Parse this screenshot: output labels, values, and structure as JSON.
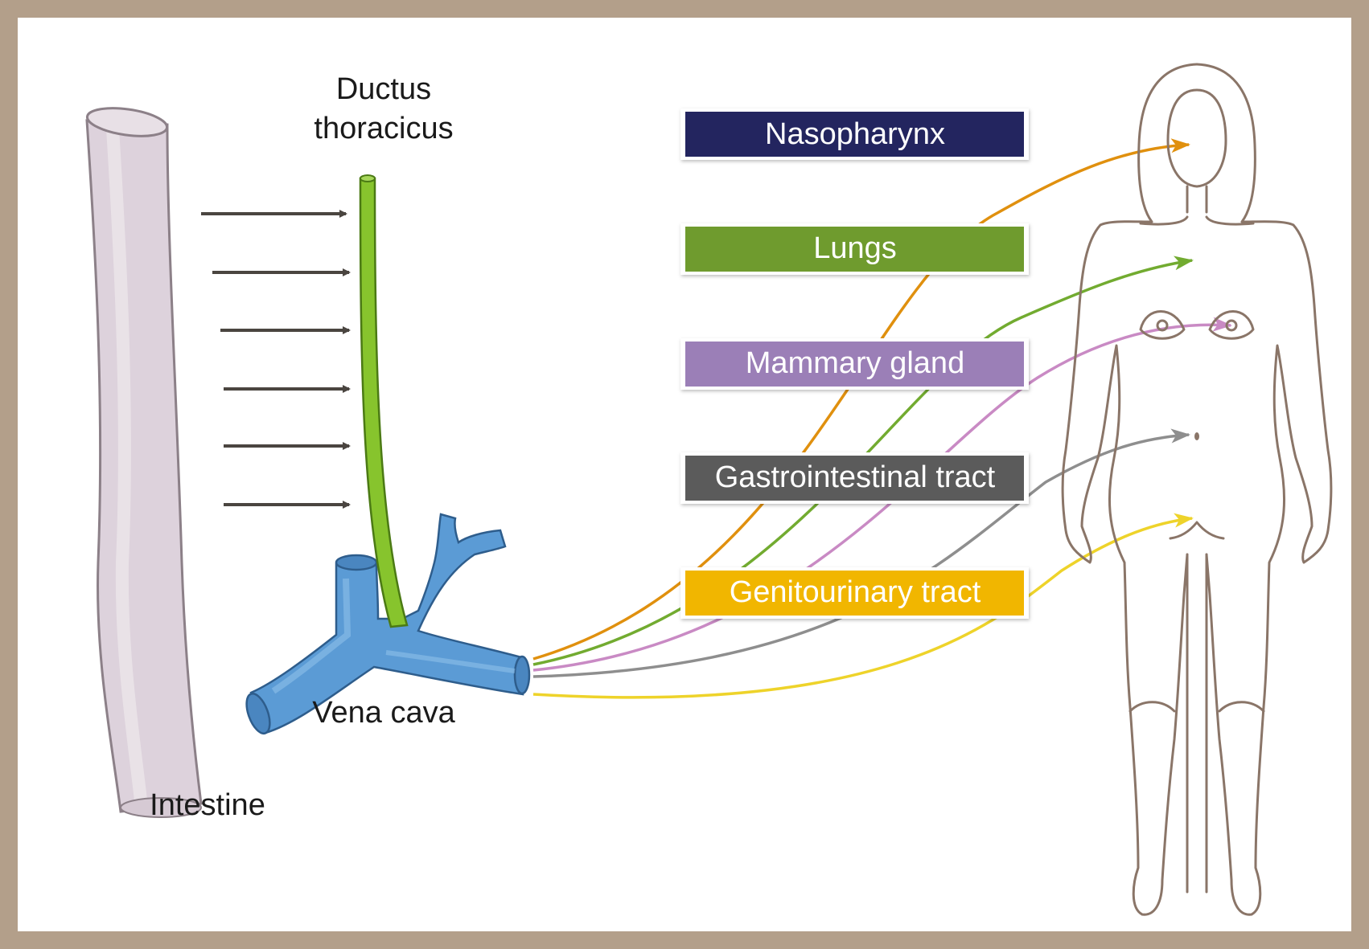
{
  "labels": {
    "ductus_line1": "Ductus",
    "ductus_line2": "thoracicus",
    "vena_cava": "Vena cava",
    "intestine": "Intestine"
  },
  "organs": [
    {
      "name": "Nasopharynx",
      "color": "#23255f",
      "arrow_color": "#e0900e"
    },
    {
      "name": "Lungs",
      "color": "#6f9b2e",
      "arrow_color": "#72ab30"
    },
    {
      "name": "Mammary gland",
      "color": "#9b7fb7",
      "arrow_color": "#c98ac4"
    },
    {
      "name": "Gastrointestinal tract",
      "color": "#5b5b5b",
      "arrow_color": "#8e8e8e"
    },
    {
      "name": "Genitourinary tract",
      "color": "#f1b600",
      "arrow_color": "#eed32a"
    }
  ],
  "colors": {
    "frame": "#b39f8a",
    "intestine_fill": "#ddd2dc",
    "ductus_fill": "#87c42d",
    "vein_fill": "#5b9bd5",
    "body_outline": "#8a7568",
    "flow_arrow": "#4a4540"
  }
}
